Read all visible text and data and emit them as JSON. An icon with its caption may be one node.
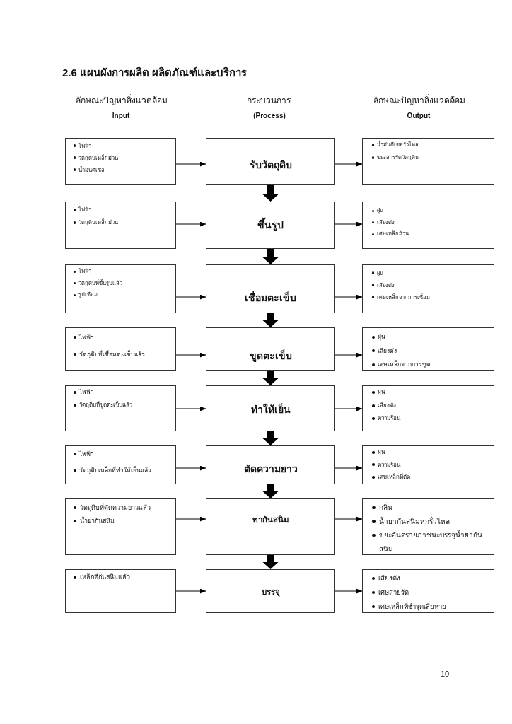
{
  "diagram": {
    "title": "2.6 แผนผังการผลิต ผลิตภัณฑ์และบริการ",
    "nodes": [
      {
        "text": [
          "ไฟฟ้า",
          "วัตถุดิบเหล็กม้วน",
          "น้ำมันดีเซล"
        ]
      },
      {
        "text": [
          "รับวัตถุดิบ"
        ]
      },
      {
        "text": [
          "น้ำมันดีเซลรั่วไหล",
          "ขยะสารรัดวัตถุดิบ"
        ]
      },
      {
        "text": [
          "ไฟฟ้า",
          "วัตถุดิบเหล็กม้วน"
        ]
      },
      {
        "text": [
          "ขึ้นรูป"
        ]
      },
      {
        "text": [
          "ฝุ่น",
          "เสียงดัง",
          "เศษเหล็กม้วน"
        ]
      },
      {
        "text": [
          "ไฟฟ้า",
          "วัตถุดิบที่ขึ้นรูปแล้ว",
          "รูปเชื่อม"
        ]
      },
      {
        "text": [
          "เชื่อมตะเข็บ"
        ]
      },
      {
        "text": [
          "ฝุ่น",
          "เสียงดัง",
          "เศษเหล็กจากการเชื่อม"
        ]
      },
      {
        "text": [
          "ไฟฟ้า",
          "วัตถุดิบที่เชื่อมตะเข็บแล้ว"
        ]
      },
      {
        "text": [
          "ขูดตะเข็บ"
        ]
      },
      {
        "text": [
          "ฝุ่น",
          "เสียงดัง",
          "เศษเหล็กจากการขูด"
        ]
      },
      {
        "text": [
          "ไฟฟ้า",
          "วัตถุดิบที่ขูดตะเข็บแล้ว"
        ]
      },
      {
        "text": [
          "ทำให้เย็น"
        ]
      },
      {
        "text": [
          "ฝุ่น",
          "เสียงดัง",
          "ความร้อน"
        ]
      },
      {
        "text": [
          "ไฟฟ้า",
          "วัตถุดิบเหล็กที่ทำให้เย็นแล้ว"
        ]
      },
      {
        "text": [
          "ตัดความยาว"
        ]
      },
      {
        "text": [
          "ฝุ่น",
          "ความร้อน",
          "เศษเหล็กที่ตัด"
        ]
      },
      {
        "text": [
          "วัตถุดิบที่ตัดความยาวแล้ว",
          "น้ำยากันสนิม"
        ]
      },
      {
        "text": [
          "ทากันสนิม"
        ]
      },
      {
        "text": [
          "กลิ่น",
          "น้ำยากันสนิมหกรั่วไหล",
          "ขยะอันตรายภาชนะบรรจุน้ำยากันสนิม"
        ]
      },
      {
        "text": [
          "เหล็กที่กันสนิมแล้ว"
        ]
      },
      {
        "text": [
          "บรรจุ"
        ]
      },
      {
        "text": [
          "เสียงดัง",
          "เศษสายรัด",
          "เศษเหล็กที่ชำรุดเสียหาย"
        ]
      }
    ],
    "edges": [
      {
        "from": 0,
        "to": 1,
        "arrow": "to"
      },
      {
        "from": 1,
        "to": 2,
        "arrow": "to"
      },
      {
        "from": 1,
        "to": 4,
        "arrow": "to",
        "style": "thick"
      },
      {
        "from": 3,
        "to": 4,
        "arrow": "to"
      },
      {
        "from": 4,
        "to": 5,
        "arrow": "to"
      },
      {
        "from": 4,
        "to": 7,
        "arrow": "to",
        "style": "thick"
      },
      {
        "from": 6,
        "to": 7,
        "arrow": "to"
      },
      {
        "from": 7,
        "to": 8,
        "arrow": "to"
      },
      {
        "from": 7,
        "to": 10,
        "arrow": "to",
        "style": "thick"
      },
      {
        "from": 9,
        "to": 10,
        "arrow": "to"
      },
      {
        "from": 10,
        "to": 11,
        "arrow": "to"
      },
      {
        "from": 10,
        "to": 13,
        "arrow": "to",
        "style": "thick"
      },
      {
        "from": 12,
        "to": 13,
        "arrow": "to"
      },
      {
        "from": 13,
        "to": 14,
        "arrow": "to"
      },
      {
        "from": 13,
        "to": 16,
        "arrow": "to",
        "style": "thick"
      },
      {
        "from": 15,
        "to": 16,
        "arrow": "to"
      },
      {
        "from": 16,
        "to": 17,
        "arrow": "to"
      },
      {
        "from": 16,
        "to": 19,
        "arrow": "to",
        "style": "thick"
      },
      {
        "from": 18,
        "to": 19,
        "arrow": "to"
      },
      {
        "from": 19,
        "to": 20,
        "arrow": "to"
      },
      {
        "from": 19,
        "to": 22,
        "arrow": "to",
        "style": "thick"
      },
      {
        "from": 21,
        "to": 22,
        "arrow": "to"
      },
      {
        "from": 22,
        "to": 23,
        "arrow": "to"
      }
    ],
    "labels": [
      "ลักษณะปัญหาสิ่งแวดล้อม",
      "กระบวนการ",
      "ลักษณะปัญหาสิ่งแวดล้อม",
      "Input",
      "(Process)",
      "Output",
      "10"
    ]
  }
}
